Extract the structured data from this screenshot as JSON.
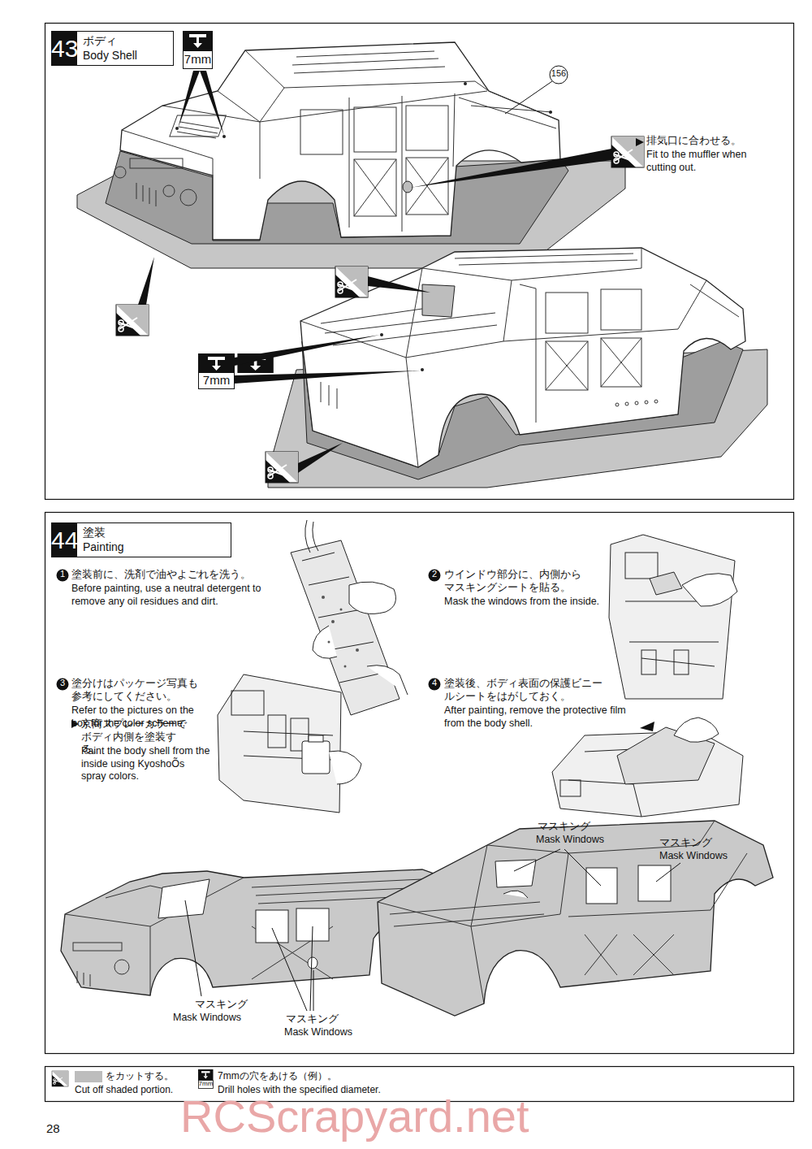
{
  "diagram": {
    "nodes": [
      {
        "text": [
          "43",
          "ボディ",
          "Body Shell"
        ]
      },
      {
        "text": [
          "44",
          "塗装",
          "Painting"
        ]
      }
    ],
    "labels": [
      "156",
      "7mm",
      "排気口に合わせる。",
      "Fit to the muffler when cutting out.",
      "7mm",
      "1",
      "塗装前に、洗剤で油やよごれを洗う。",
      "Before painting, use a neutral detergent to remove any oil residues and dirt.",
      "2",
      "ウインドウ部分に、内側からマスキングシートを貼る。",
      "Mask the windows from the inside.",
      "3",
      "塗分けはパッケージ写真も参考にしてください。",
      "Refer to the pictures on the box for the color scheme.",
      "京商スプレーカラーでボディ内側を塗装する。",
      "Paint the body shell from the inside using KyoshoÕs spray colors.",
      "4",
      "塗装後、ボディ表面の保護ビニールシートをはがしておく。",
      "After painting, remove the protective film from the body shell.",
      "マスキング",
      "Mask Windows",
      "マスキング",
      "Mask Windows",
      "マスキング",
      "Mask Windows",
      "マスキング",
      "Mask Windows",
      "をカットする。",
      "Cut off shaded portion.",
      "7mm",
      "7mmの穴をあける（例）。",
      "Drill holes with the specified diameter.",
      "28",
      "RCScrapyard.net"
    ]
  }
}
